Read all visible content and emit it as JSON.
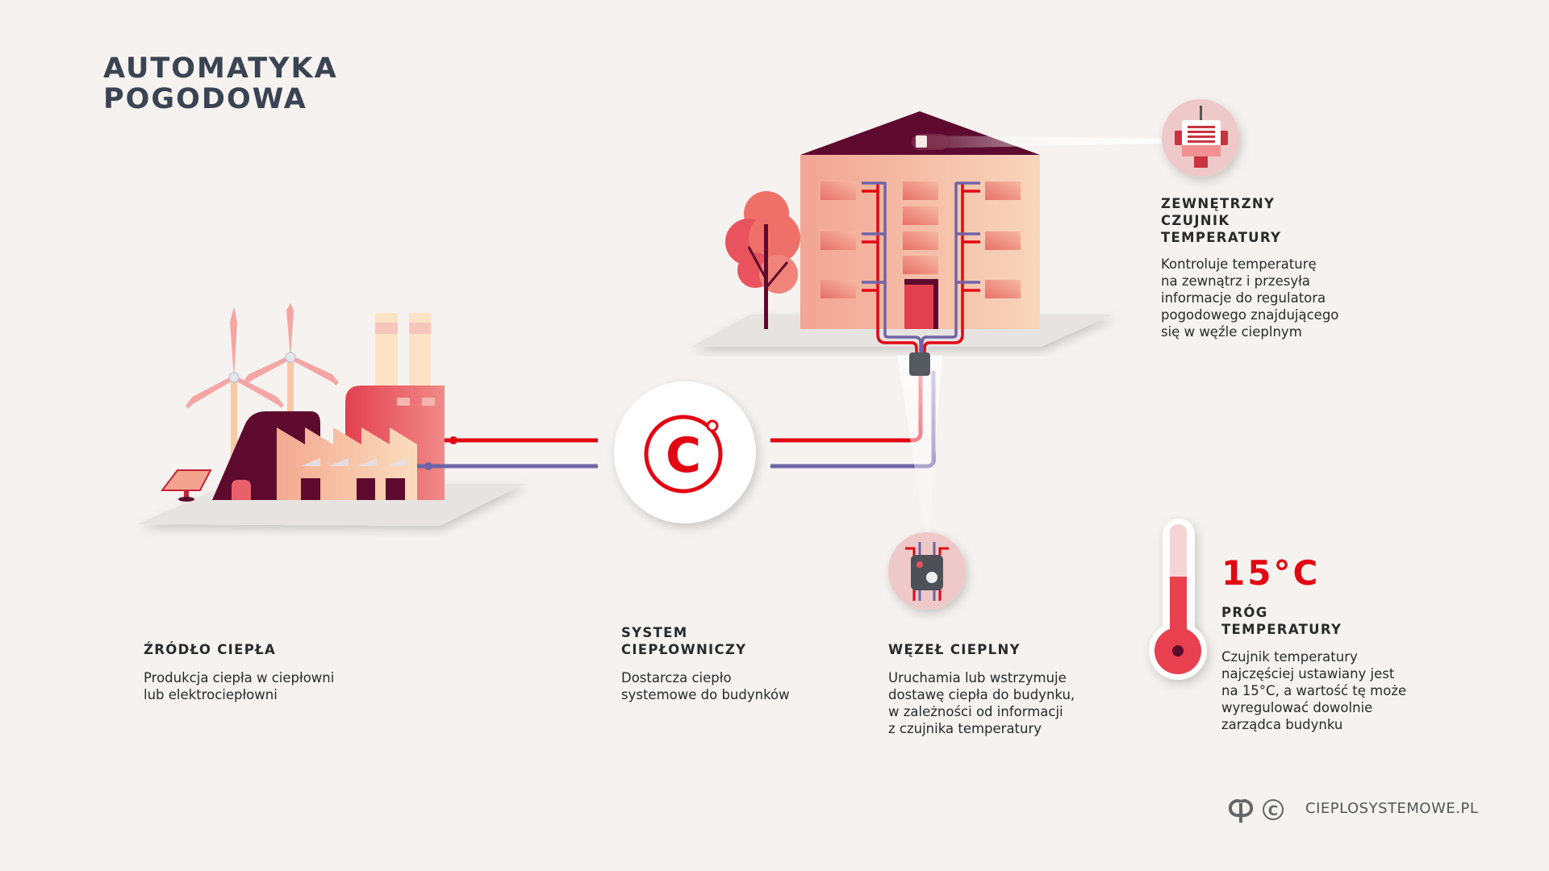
{
  "title": {
    "line1": "AUTOMATYKA",
    "line2": "POGODOWA"
  },
  "source": {
    "heading": "ŹRÓDŁO CIEPŁA",
    "text": "Produkcja ciepła w ciepłowni\nlub elektrociepłowni"
  },
  "system": {
    "heading1": "SYSTEM",
    "heading2": "CIEPŁOWNICZY",
    "text": "Dostarcza ciepło\nsystemowe do budynków"
  },
  "node": {
    "heading": "WĘZEŁ CIEPLNY",
    "text": "Uruchamia lub wstrzymuje\ndostawę ciepła do budynku,\nw zależności od informacji\nz czujnika temperatury"
  },
  "sensor": {
    "heading1": "ZEWNĘTRZNY",
    "heading2": "CZUJNIK",
    "heading3": "TEMPERATURY",
    "text": "Kontroluje temperaturę\nna zewnątrz i przesyła\ninformacje do regulatora\npogodowego znajdującego\nsię w węźle cieplnym"
  },
  "threshold": {
    "value": "15°C",
    "heading1": "PRÓG",
    "heading2": "TEMPERATURY",
    "text": "Czujnik temperatury\nnajczęściej ustawiany jest\nna 15°C, a wartość tę może\nwyregulować dowolnie\nzarządca budynku"
  },
  "footer": {
    "site": "CIEPLOSYSTEMOWE.PL",
    "logo_text": "C"
  },
  "colors": {
    "supply": "#e30613",
    "return": "#6e64a8",
    "dark": "#5e0a2e",
    "background": "#f5f2ef"
  }
}
